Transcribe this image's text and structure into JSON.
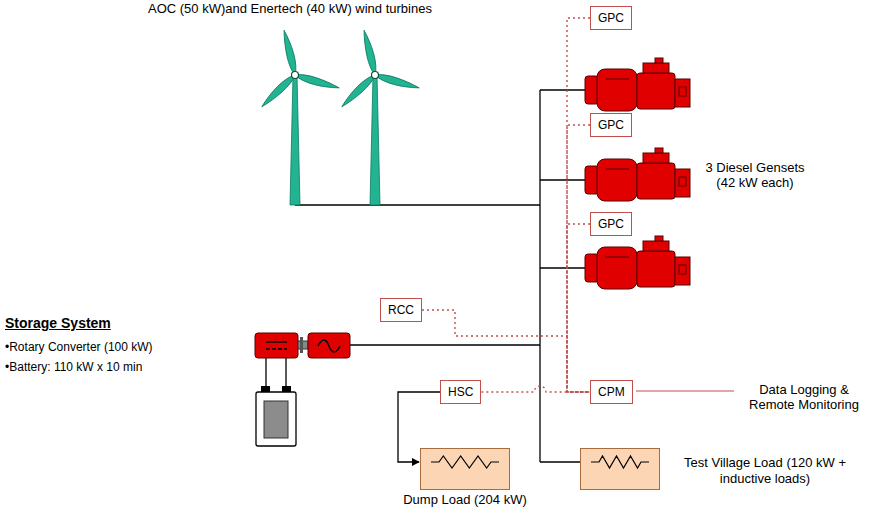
{
  "diagram": {
    "nodes": [
      {
        "text": [
          "GPC"
        ]
      },
      {
        "text": [
          "GPC"
        ]
      },
      {
        "text": [
          "GPC"
        ]
      },
      {
        "text": [
          "RCC"
        ]
      },
      {
        "text": [
          "HSC"
        ]
      },
      {
        "text": [
          "CPM"
        ]
      },
      {
        "text": [
          "Dump Load (204 kW)"
        ]
      },
      {
        "text": [
          "Test Village Load (120 kW + inductive loads)"
        ]
      }
    ],
    "edges": [
      {
        "from": 0,
        "to": 5,
        "arrow": "none"
      },
      {
        "from": 1,
        "to": 5,
        "arrow": "none"
      },
      {
        "from": 2,
        "to": 5,
        "arrow": "none"
      },
      {
        "from": 3,
        "to": 5,
        "arrow": "none"
      },
      {
        "from": 4,
        "to": 5,
        "arrow": "none"
      },
      {
        "from": 4,
        "to": 6,
        "arrow": "to"
      }
    ],
    "labels": [
      "AOC (50 kW)and Enertech (40 kW) wind turbines",
      "3 Diesel Gensets (42 kW each)",
      "Storage System",
      "•Rotary Converter (100 kW)",
      "•Battery: 110 kW x 10 min",
      "Data Logging & Remote Monitoring"
    ]
  }
}
